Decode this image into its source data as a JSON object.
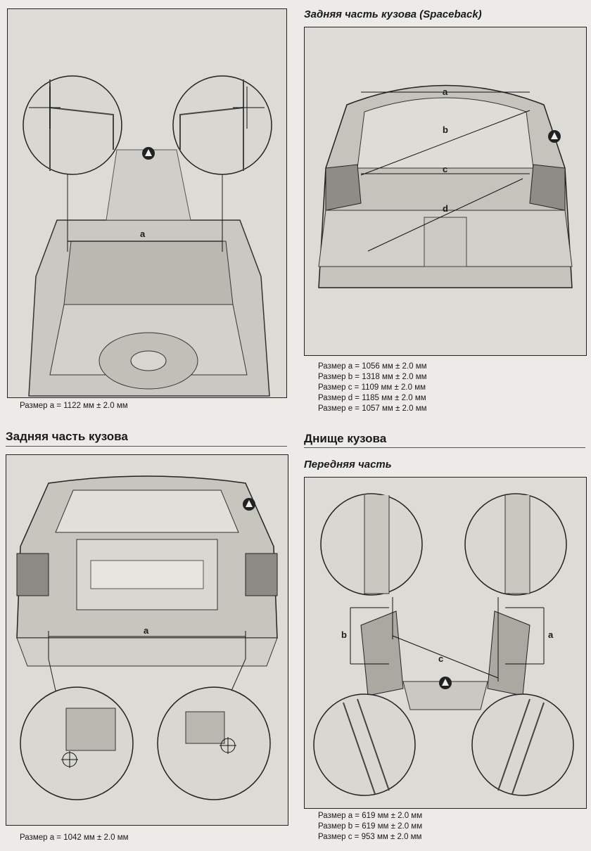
{
  "sections": {
    "rear_spaceback": {
      "title": "Задняя часть кузова (Spaceback)",
      "dims": [
        "Размер a = 1056 мм ± 2.0 мм",
        "Размер b = 1318 мм ± 2.0 мм",
        "Размер c = 1109 мм ± 2.0 мм",
        "Размер d = 1185 мм ± 2.0 мм",
        "Размер e = 1057 мм ± 2.0 мм"
      ],
      "labels": [
        "a",
        "b",
        "c",
        "d"
      ]
    },
    "trunk": {
      "dims": [
        "Размер a = 1122 мм ± 2.0 мм"
      ],
      "labels": [
        "a"
      ]
    },
    "rear_body": {
      "title": "Задняя часть кузова",
      "dims": [
        "Размер a = 1042 мм ± 2.0 мм"
      ],
      "labels": [
        "a"
      ]
    },
    "underbody": {
      "title": "Днище кузова",
      "subtitle": "Передняя часть",
      "dims": [
        "Размер a = 619 мм ± 2.0 мм",
        "Размер b = 619 мм ± 2.0 мм",
        "Размер c = 953 мм ± 2.0 мм"
      ],
      "labels": [
        "a",
        "b",
        "c"
      ]
    }
  },
  "colors": {
    "panel_bg": "#dcdbd6",
    "line": "#222222"
  },
  "icons": [
    "measurement-point-icon"
  ]
}
